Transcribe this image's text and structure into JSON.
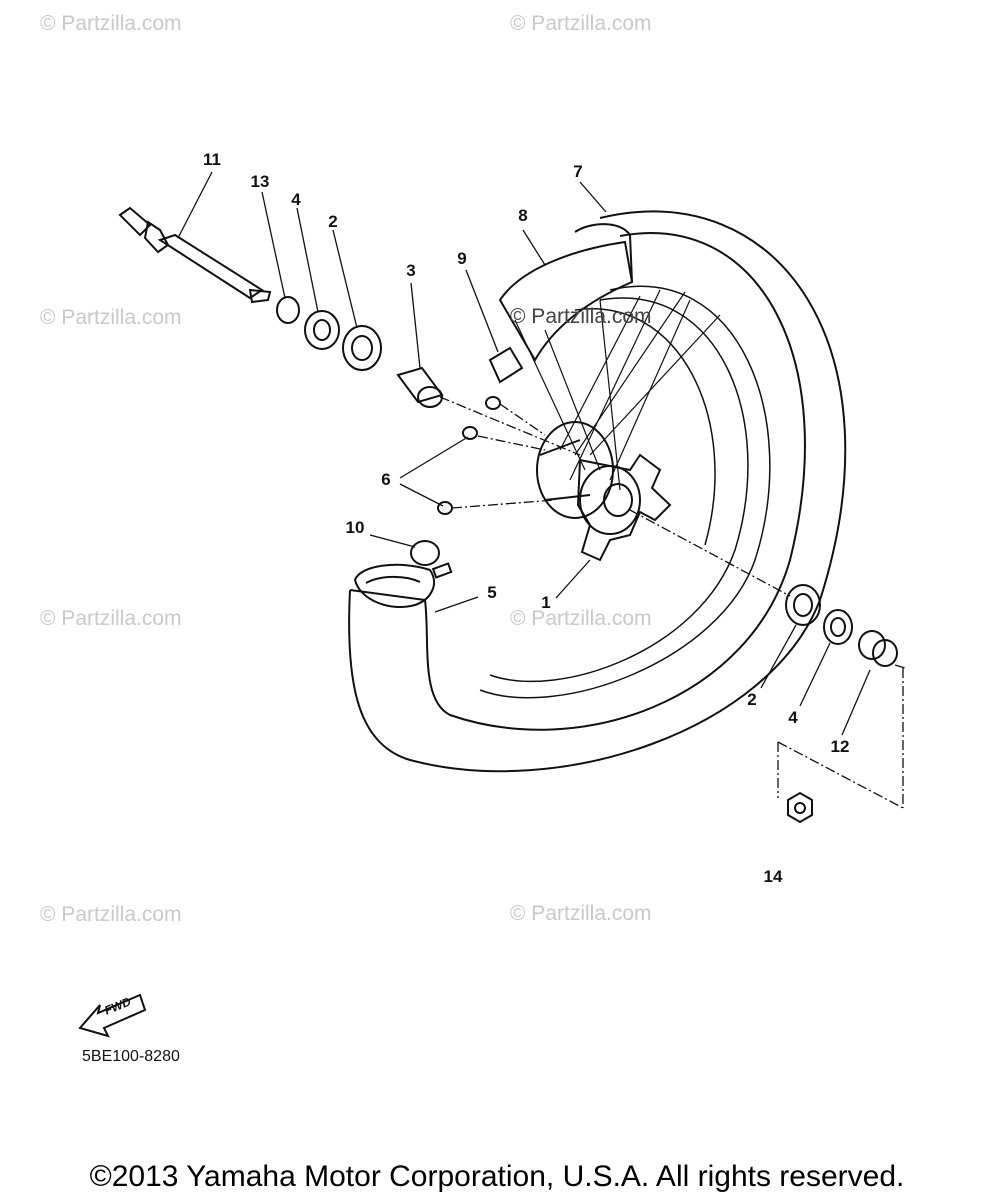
{
  "watermark": "© Partzilla.com",
  "callouts": {
    "c1": "1",
    "c2a": "2",
    "c2b": "2",
    "c3": "3",
    "c4a": "4",
    "c4b": "4",
    "c5": "5",
    "c6": "6",
    "c7": "7",
    "c8": "8",
    "c9": "9",
    "c10": "10",
    "c11": "11",
    "c12": "12",
    "c13": "13",
    "c14": "14"
  },
  "fwd_label": "FWD",
  "diagram_code": "5BE100-8280",
  "copyright": "©2013 Yamaha Motor Corporation, U.S.A. All rights reserved."
}
